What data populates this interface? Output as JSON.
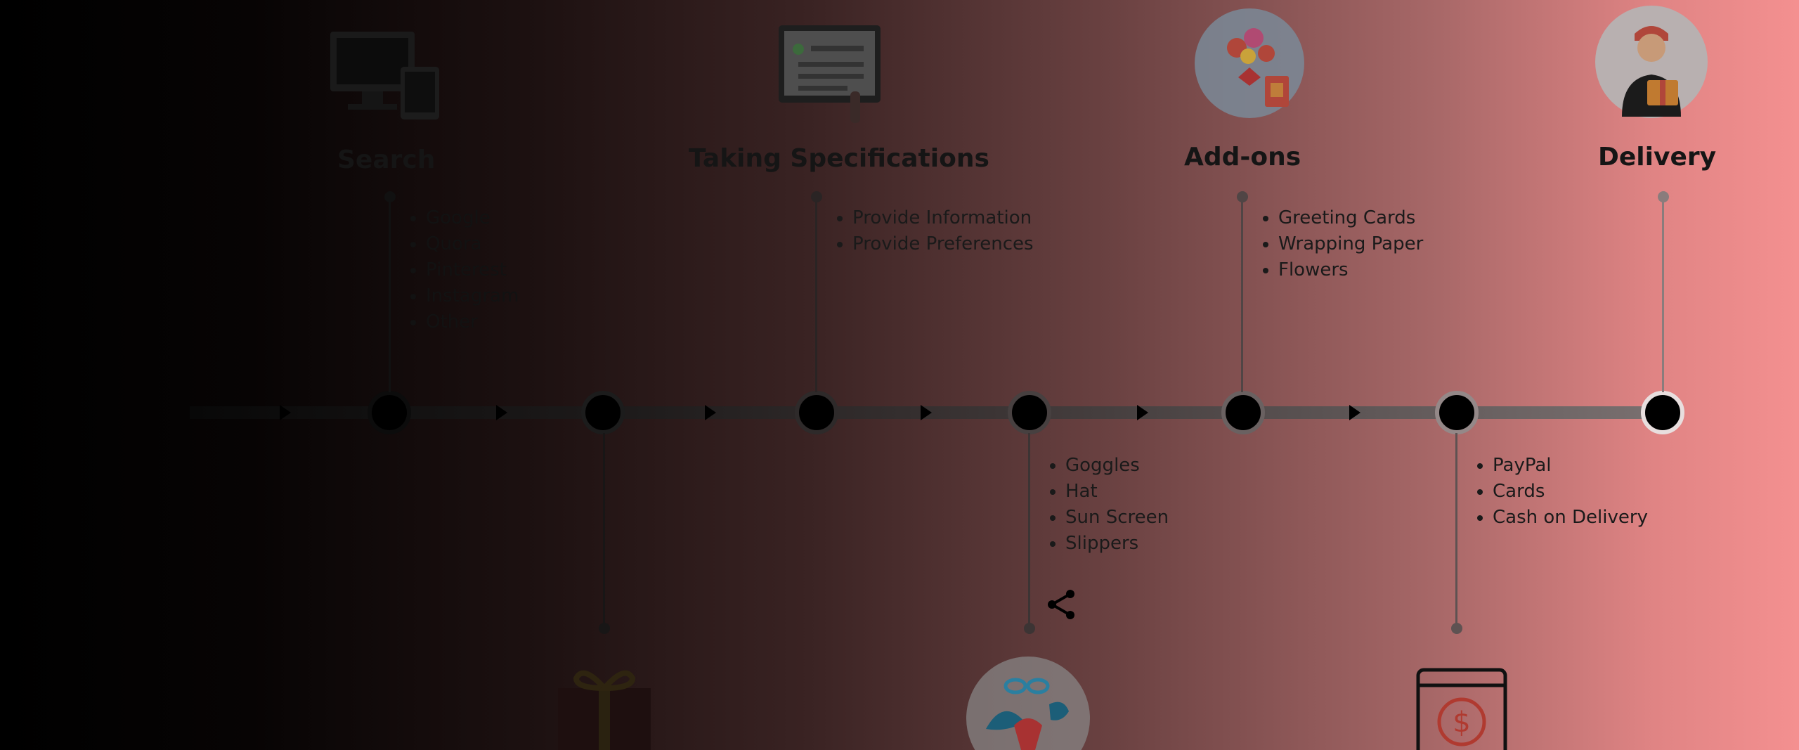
{
  "steps_top": [
    {
      "title": "Search",
      "items": [
        "Google",
        "Quora",
        "Pinterest",
        "Instagram",
        "Other"
      ],
      "icon": "devices-icon"
    },
    {
      "title": "Taking Specifications",
      "items": [
        "Provide Information",
        "Provide Preferences"
      ],
      "icon": "checklist-screen-icon"
    },
    {
      "title": "Add-ons",
      "items": [
        "Greeting Cards",
        "Wrapping Paper",
        "Flowers"
      ],
      "icon": "flowers-card-icon"
    },
    {
      "title": "Delivery",
      "items": [],
      "icon": "delivery-person-icon"
    }
  ],
  "steps_bottom": [
    {
      "title": "",
      "items": [],
      "icon": "gift-box-icon"
    },
    {
      "title": "",
      "items": [
        "Goggles",
        "Hat",
        "Sun Screen",
        "Slippers"
      ],
      "icon": "beach-items-icon"
    },
    {
      "title": "",
      "items": [
        "PayPal",
        "Cards",
        "Cash on Delivery"
      ],
      "icon": "payment-icon"
    }
  ],
  "colors": {
    "accent_red": "#d9463a",
    "node": "#000000"
  }
}
